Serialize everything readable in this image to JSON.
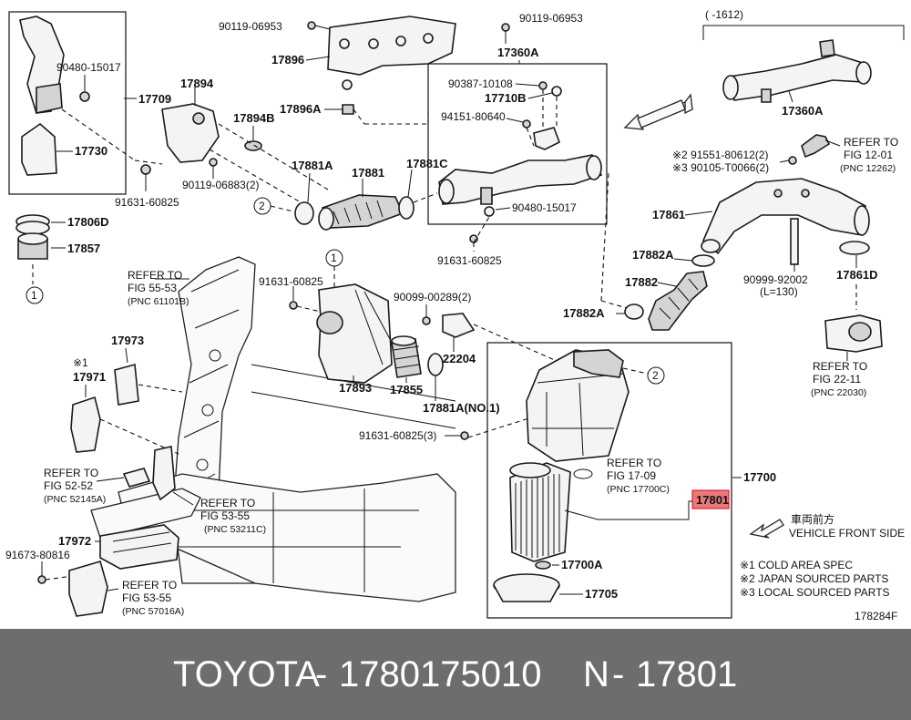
{
  "labels": {
    "p90480_15017_left": "90480-15017",
    "p17709": "17709",
    "p17730": "17730",
    "p17806D": "17806D",
    "p17857": "17857",
    "p90119_06953_a": "90119-06953",
    "p17896": "17896",
    "p17894": "17894",
    "p17894B": "17894B",
    "p17896A": "17896A",
    "p91631_60825_a": "91631-60825",
    "p90119_06883": "90119-06883(2)",
    "p17881A": "17881A",
    "p17881": "17881",
    "p17881C": "17881C",
    "p90119_06953_b": "90119-06953",
    "p17360A_top": "17360A",
    "p90387_10108": "90387-10108",
    "p17710B": "17710B",
    "p94151_80640": "94151-80640",
    "p90480_15017_b": "90480-15017",
    "p91631_60825_b": "91631-60825",
    "p_paren_1612": "(      -1612)",
    "p17360A_right": "17360A",
    "p91551_80612": "※2 91551-80612(2)",
    "p90105_T0066": "※3 90105-T0066(2)",
    "refer_12_01_a": "REFER TO",
    "refer_12_01_b": "FIG 12-01",
    "refer_12_01_c": "(PNC 12262)",
    "p17861": "17861",
    "p17882A_a": "17882A",
    "p17882": "17882",
    "p90999_92002": "90999-92002",
    "p_l130": "(L=130)",
    "p17861D": "17861D",
    "p17882A_b": "17882A",
    "refer_22_11_a": "REFER TO",
    "refer_22_11_b": "FIG 22-11",
    "refer_22_11_c": "(PNC 22030)",
    "refer_55_53_a": "REFER TO",
    "refer_55_53_b": "FIG 55-53",
    "refer_55_53_c": "(PNC 61101B)",
    "p91631_60825_c": "91631-60825",
    "p90099_00289": "90099-00289(2)",
    "p22204": "22204",
    "p17893": "17893",
    "p17855": "17855",
    "p17881A_no1": "17881A(NO.1)",
    "p91631_60825_3": "91631-60825(3)",
    "p17973": "17973",
    "p_star1": "※1",
    "p17971": "17971",
    "refer_52_52_a": "REFER TO",
    "refer_52_52_b": "FIG 52-52",
    "refer_52_52_c": "(PNC 52145A)",
    "refer_53_55a_a": "REFER TO",
    "refer_53_55a_b": "FIG 53-55",
    "refer_53_55a_c": "(PNC 53211C)",
    "p17972": "17972",
    "p91673_80816": "91673-80816",
    "refer_53_55b_a": "REFER TO",
    "refer_53_55b_b": "FIG 53-55",
    "refer_53_55b_c": "(PNC 57016A)",
    "refer_17_09_a": "REFER TO",
    "refer_17_09_b": "FIG 17-09",
    "refer_17_09_c": "(PNC 17700C)",
    "p17700": "17700",
    "p17801": "17801",
    "p17700A": "17700A",
    "p17705": "17705",
    "vehicle_cn": "車両前方",
    "vehicle_front": "VEHICLE FRONT SIDE",
    "note1": "※1 COLD AREA SPEC",
    "note2": "※2 JAPAN SOURCED PARTS",
    "note3": "※3 LOCAL SOURCED PARTS",
    "fig_code": "178284F",
    "circle_1": "1",
    "circle_2": "2"
  },
  "highlight_color": "#d9001b",
  "footer": {
    "brand": "TOYOTA",
    "sep1": "-",
    "part_number": "1780175010",
    "n_label": "N",
    "sep2": "-",
    "pnc": "17801",
    "background": "#6d6d6d"
  }
}
